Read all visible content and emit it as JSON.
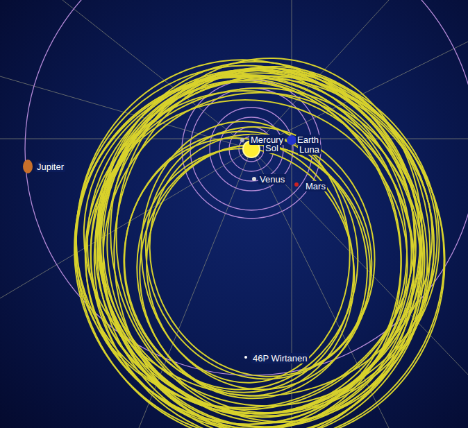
{
  "diagram": {
    "labels": [
      "Mercury",
      "Sol",
      "Earth",
      "Luna",
      "Venus",
      "Mars",
      "Jupiter",
      "46P Wirtanen"
    ]
  }
}
